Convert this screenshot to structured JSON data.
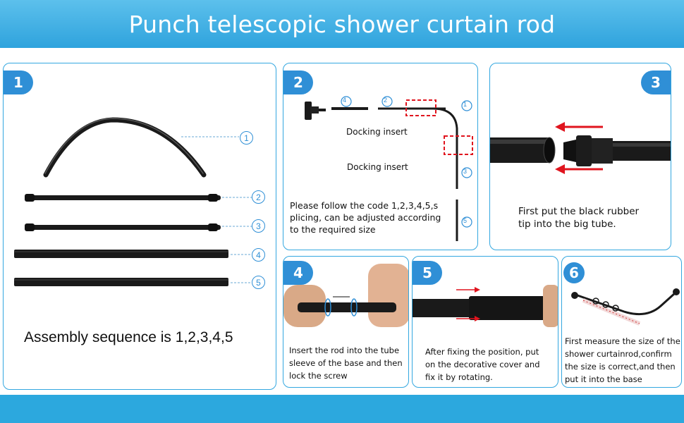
{
  "header": {
    "title": "Punch telescopic shower  curtain rod"
  },
  "panel1": {
    "badge": "1",
    "markers": [
      "1",
      "2",
      "3",
      "4",
      "5"
    ],
    "caption": "Assembly sequence is 1,2,3,4,5"
  },
  "panel2": {
    "badge": "2",
    "markers": [
      "4",
      "2",
      "1",
      "3",
      "5"
    ],
    "docking_label_1": "Docking insert",
    "docking_label_2": "Docking insert",
    "instruction": "Please follow the code 1,2,3,4,5,s plicing, can be adjusted according to the required size"
  },
  "panel3": {
    "badge": "3",
    "instruction": "First put the black rubber tip into the big tube."
  },
  "panel4": {
    "badge": "4",
    "instruction": "Insert the rod into the tube sleeve of the base and then lock the screw"
  },
  "panel5": {
    "badge": "5",
    "instruction": "After fixing the position, put on the decorative cover and fix it by rotating."
  },
  "panel6": {
    "badge": "6",
    "instruction": "First measure the size of the shower curtainrod,confirm the size is correct,and then put it into the base"
  },
  "colors": {
    "accent": "#2f8fd6",
    "border": "#33a7e0",
    "arrow": "#e0141e",
    "rod": "#1a1a1a"
  }
}
